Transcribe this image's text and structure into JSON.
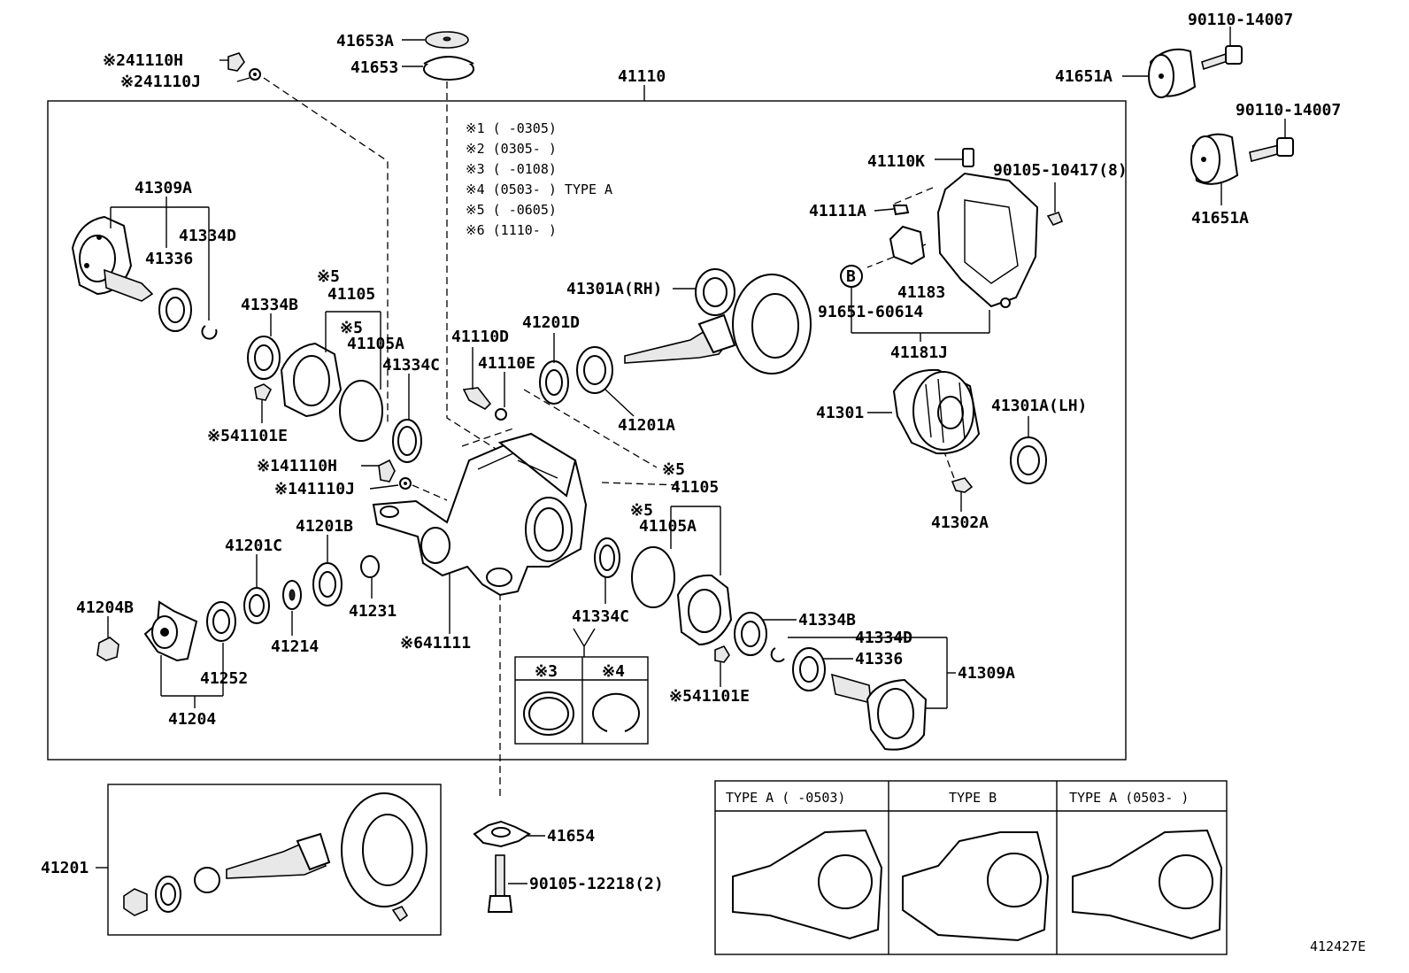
{
  "labels": {
    "p41653A": "41653A",
    "p41653": "41653",
    "p41110": "41110",
    "p90110_14007_a": "90110-14007",
    "p41651A_a": "41651A",
    "p90110_14007_b": "90110-14007",
    "p41651A_b": "41651A",
    "p241110H": "※241110H",
    "p241110J": "※241110J",
    "p41309A_l": "41309A",
    "p41334D_l": "41334D",
    "p41336_l": "41336",
    "p5_a": "※5",
    "p41105_l": "41105",
    "p5_b": "※5",
    "p41105A_l": "41105A",
    "p41334B_l": "41334B",
    "p41334C_l": "41334C",
    "p541101E_l": "※541101E",
    "p41110D": "41110D",
    "p41201D": "41201D",
    "p41110E": "41110E",
    "p41301A_RH": "41301A(RH)",
    "p41201A": "41201A",
    "p41110K": "41110K",
    "p90105_10417": "90105-10417(8)",
    "p41111A": "41111A",
    "pB": "B",
    "p41183": "41183",
    "p91651": "91651-60614",
    "p41181J": "41181J",
    "p41301": "41301",
    "p41301A_LH": "41301A(LH)",
    "p41302A": "41302A",
    "p141110H": "※141110H",
    "p141110J": "※141110J",
    "p5_c": "※5",
    "p41105_r": "41105",
    "p5_d": "※5",
    "p41105A_r": "41105A",
    "p41201C": "41201C",
    "p41201B": "41201B",
    "p41204B": "41204B",
    "p41231": "41231",
    "p41214": "41214",
    "p41252": "41252",
    "p41204": "41204",
    "p641111": "※641111",
    "p41334C_r": "41334C",
    "p41334B_r": "41334B",
    "p41334D_r": "41334D",
    "p41336_r": "41336",
    "p41309A_r": "41309A",
    "p541101E_r": "※541101E",
    "p3": "※3",
    "p4": "※4",
    "p41654": "41654",
    "p90105_12218": "90105-12218(2)",
    "p41201": "41201",
    "fig_code": "412427E"
  },
  "notes": [
    "※1 (      -0305)",
    "※2 (0305-     )",
    "※3 (      -0108)",
    "※4 (0503-     ) TYPE A",
    "※5 (      -0605)",
    "※6 (1110-     )"
  ],
  "type_table": {
    "type_a_old": "TYPE A (     -0503)",
    "type_b": "TYPE B",
    "type_a_new": "TYPE A (0503-     )"
  }
}
